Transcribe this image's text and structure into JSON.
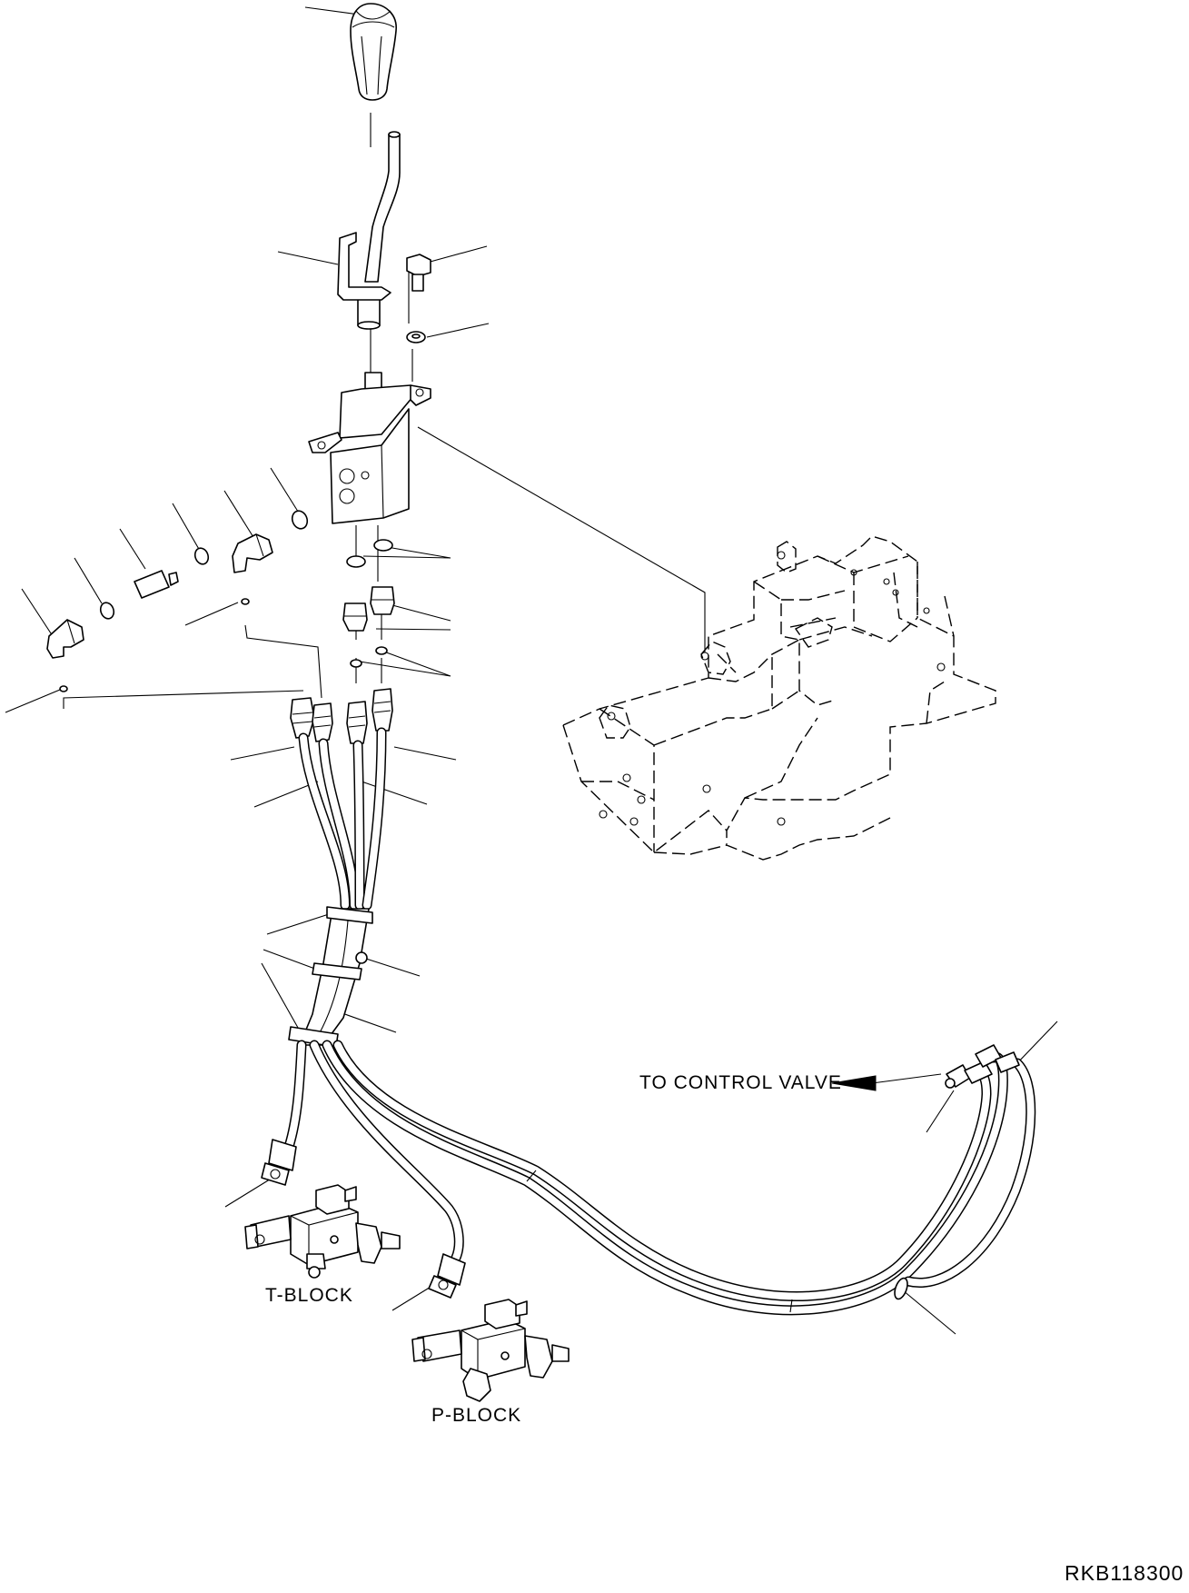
{
  "labels": {
    "to_control_valve": "TO CONTROL VALVE",
    "t_block": "T-BLOCK",
    "p_block": "P-BLOCK",
    "drawing_number": "RKB118300"
  }
}
